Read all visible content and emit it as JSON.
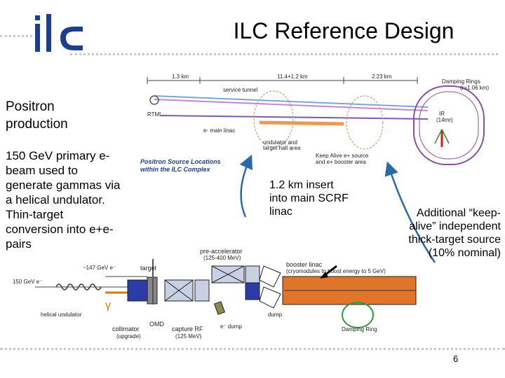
{
  "slide": {
    "title": "ILC Reference Design",
    "logo_text": "ilc",
    "page_number": "6"
  },
  "text_blocks": {
    "heading": [
      "Positron",
      "production"
    ],
    "description": [
      "150 GeV primary e-",
      "beam used to",
      "generate gammas via",
      "a helical undulator.",
      "Thin-target",
      "conversion into e+e-",
      "pairs"
    ],
    "insert_note": [
      "1.2 km insert",
      "into main SCRF",
      "linac"
    ],
    "keepalive_note": [
      "Additional “keep-",
      "alive” independent",
      "thick-target source",
      "(10% nominal)"
    ]
  },
  "top_diagram": {
    "dist_1": "1.3 km",
    "dist_2": "11.4+1.2 km",
    "dist_3": "2.23 km",
    "damping_rings": "Damping Rings",
    "damping_rings_sub": "(r=1.06 km)",
    "service_tunnel": "service tunnel",
    "rtml": "RTML",
    "main_linac": "e- main linac",
    "undulator_area": [
      "undulator and",
      "target hall area"
    ],
    "keep_alive": [
      "Keep Alive e+ source",
      "and e+ booster area"
    ],
    "ir": "IR",
    "ir_sub": "(14mr)",
    "source_locations": [
      "Positron Source Locations",
      "within the ILC Complex"
    ]
  },
  "bottom_diagram": {
    "pre_accelerator": "pre-accelerator",
    "pre_accelerator_sub": "(125-400 MeV)",
    "booster_linac": "booster linac",
    "booster_linac_sub": "(cryomodules to boost energy to 5 GeV)",
    "beam_147": "~147 GeV e⁻",
    "beam_150": "150 GeV e⁻",
    "target": "target",
    "gamma": "γ",
    "helical_undulator": "helical undulator",
    "collimator": "collimator",
    "collimator_sub": "(upgrade)",
    "omd": "OMD",
    "capture_rf": "capture RF",
    "capture_rf_sub": "(125 MeV)",
    "e_dump": "e⁻ dump",
    "dump": "dump",
    "damping_ring": "Damping Ring"
  },
  "colors": {
    "logo_blue": "#1f3f8c",
    "arrow_blue": "#2b6aa8",
    "gamma_orange": "#d27a1a",
    "booster_orange": "#e2742a",
    "ring_green": "#2f9a3d",
    "ring_purple": "#8a4fa0"
  }
}
